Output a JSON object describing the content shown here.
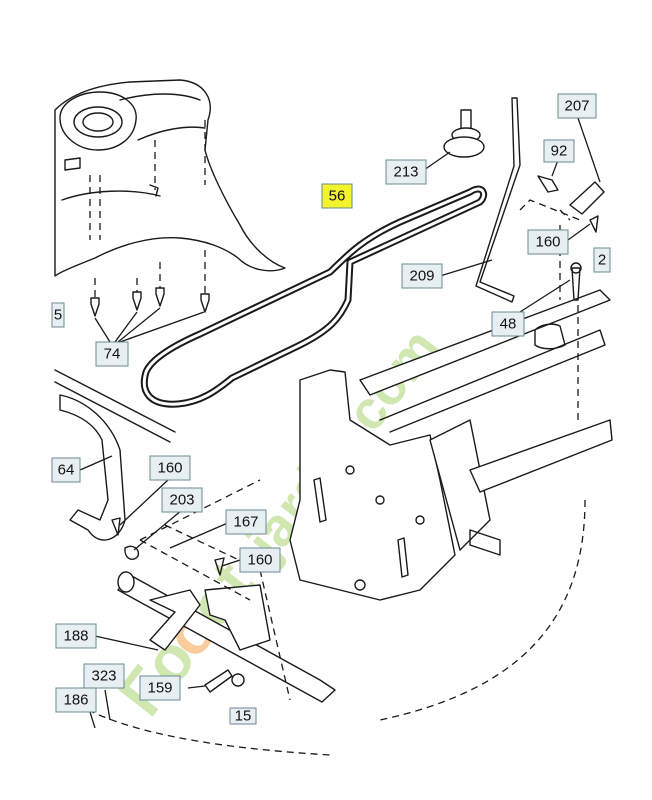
{
  "diagram": {
    "highlight_color": "#f2f22e",
    "label_bg_color": "#e8eff2",
    "label_border_color": "#6a8892",
    "belt_color": "#1a1a1a",
    "watermark": {
      "text_left": "Fo",
      "text_o": "o",
      "text_rest": "ot",
      "text_right": "-jardin.com",
      "color_green": "#c8e3a4",
      "color_orange": "#f7c58a",
      "color_gray": "#d3cfc6"
    },
    "labels": {
      "p207": "207",
      "p92": "92",
      "p213": "213",
      "p56": "56",
      "p160a": "160",
      "p209": "209",
      "p2": "2",
      "p48": "48",
      "p5": "5",
      "p74": "74",
      "p64": "64",
      "p160b": "160",
      "p203": "203",
      "p167": "167",
      "p160c": "160",
      "p188": "188",
      "p323": "323",
      "p159": "159",
      "p186": "186",
      "p15": "15"
    }
  }
}
